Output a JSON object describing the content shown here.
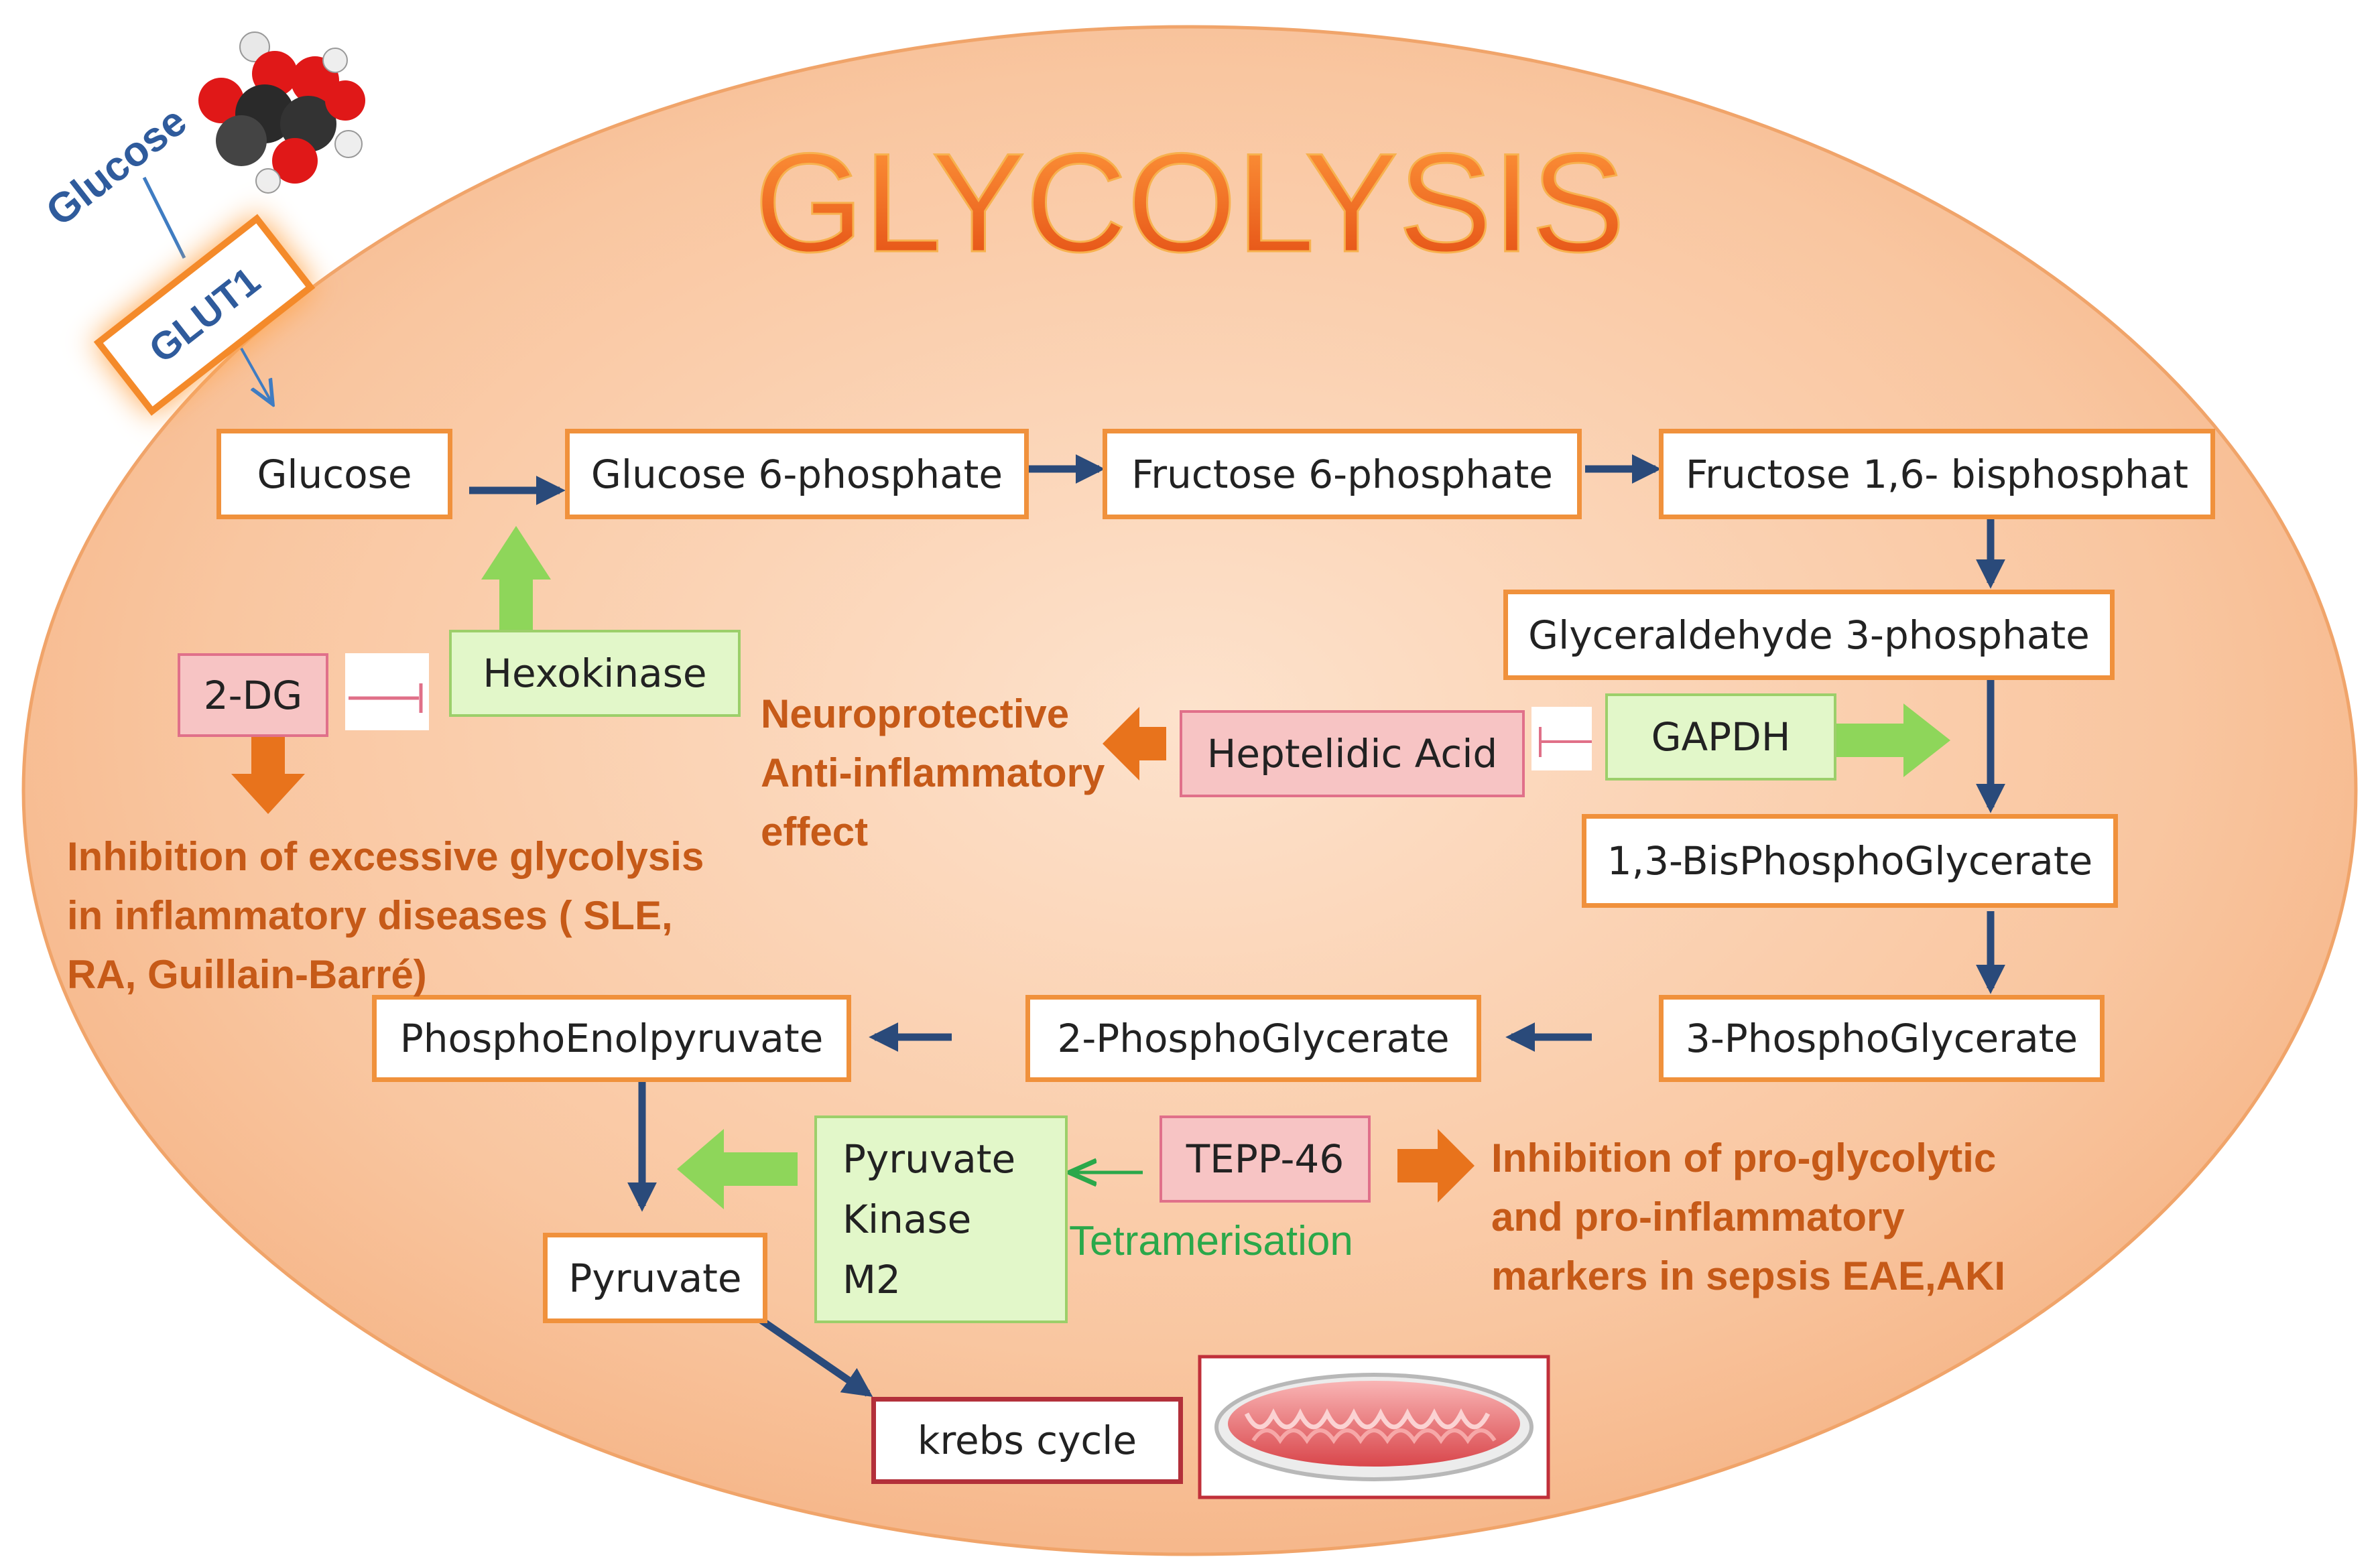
{
  "title": "GLYCOLYSIS",
  "transport": {
    "glucose_label": "Glucose",
    "transporter": "GLUT1"
  },
  "pathway": {
    "glucose": "Glucose",
    "g6p": "Glucose 6-phosphate",
    "f6p": "Fructose 6-phosphate",
    "f16bp": "Fructose 1,6- bisphosphat",
    "g3p": "Glyceraldehyde 3-phosphate",
    "bpg13": "1,3-BisPhosphoGlycerate",
    "pg3": "3-PhosphoGlycerate",
    "pg2": "2-PhosphoGlycerate",
    "pep": "PhosphoEnolpyruvate",
    "pyruvate": "Pyruvate",
    "krebs": "krebs cycle"
  },
  "enzymes": {
    "hexokinase": "Hexokinase",
    "gapdh": "GAPDH",
    "pkm2": [
      "Pyruvate",
      "Kinase",
      "M2"
    ]
  },
  "inhibitors": {
    "dg2": "2-DG",
    "heptelidic": "Heptelidic Acid",
    "tepp46": "TEPP-46"
  },
  "effects": {
    "dg2": [
      "Inhibition of excessive glycolysis",
      "in inflammatory diseases ( SLE,",
      "RA, Guillain-Barré)"
    ],
    "heptelidic": [
      "Neuroprotective",
      "Anti-inflammatory",
      "effect"
    ],
    "tepp46": [
      "Inhibition of pro-glycolytic",
      "and pro-inflammatory",
      "markers in sepsis EAE,AKI"
    ],
    "tetramerisation": "Tetramerisation"
  },
  "colors": {
    "cell_fill": "#f9c7a0",
    "cell_border": "#f0a46a",
    "title": "#f26b1d",
    "arrow_blue": "#2a4a7a",
    "arrow_green": "#8ed65a",
    "arrow_orange": "#e8731c",
    "effect_text": "#c65a18",
    "tetramerisation_text": "#2aa84a"
  }
}
